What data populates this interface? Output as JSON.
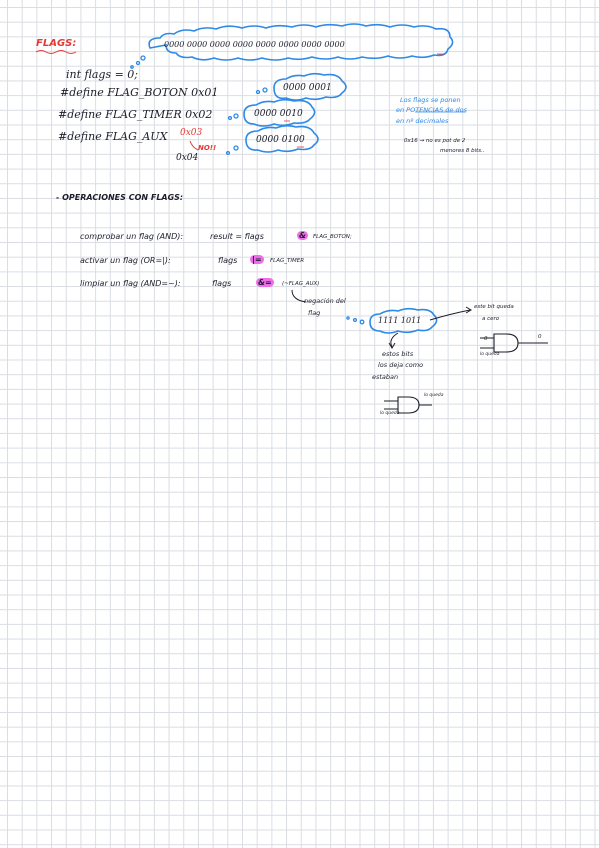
{
  "header": {
    "title": "FLAGS:",
    "bubble_top": "0000 0000 0000 0000 0000 0000 0000 0000"
  },
  "code": {
    "int_line": "int flags = 0;",
    "define1": "#define  FLAG_BOTON  0x01",
    "define2": "#define  FLAG_TIMER  0x02",
    "define3": "#define  FLAG_AUX",
    "aux_wrong": "0x03",
    "no_mark": "NO!!",
    "aux_right": "0x04",
    "bubble1": "0000 0001",
    "bubble2": "0000 0010",
    "bubble3": "0000 0100"
  },
  "notes": {
    "line1": "Los flags se ponen",
    "line2": "en POTENCIAS de dos",
    "line3": "en nº decimales",
    "line4": "0x16 → no es pot de 2",
    "line5": "menores 8 bits.."
  },
  "operations": {
    "heading": "- OPERACIONES CON FLAGS:",
    "check_label": "comprobar un flag (AND):",
    "check_left": "result = flags",
    "check_op": "&",
    "check_right": "FLAG_BOTON;",
    "set_label": "activar un flag (OR=|):",
    "set_left": "flags",
    "set_op": "|=",
    "set_right": "FLAG_TIMER",
    "clear_label": "limpiar un flag (AND=~):",
    "clear_left": "flags",
    "clear_op": "&=",
    "clear_right": "(~FLAG_AUX)",
    "negation_note1": "negación del",
    "negation_note2": "flag",
    "bubble_mask": "1111 1011",
    "bit_note1": "este bit queda",
    "bit_note2": "a cero",
    "gate1_out": "0",
    "gate1_in": "0",
    "gate1_label": "lo queda",
    "others_note1": "estos bits",
    "others_note2": "los deja como",
    "others_note3": "estaban",
    "gate2_label_right": "lo queda",
    "gate2_label_left": "lo queda"
  }
}
